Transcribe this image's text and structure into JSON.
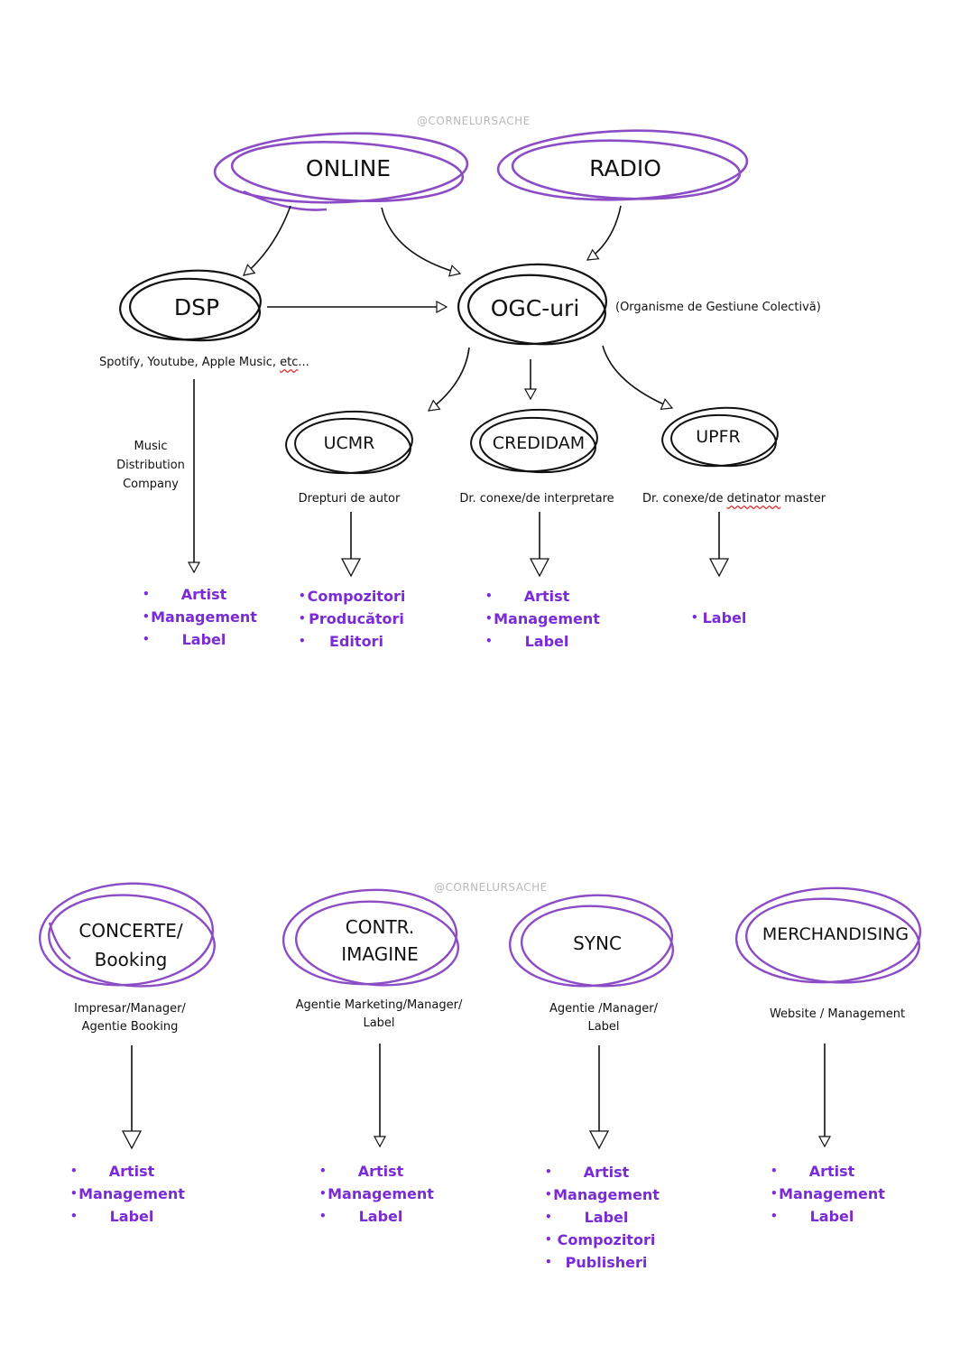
{
  "watermarks": {
    "top": "@CORNELURSACHE",
    "bottom": "@CORNELURSACHE"
  },
  "colors": {
    "accent": "#8b4cc6",
    "list_text": "#7a2ad6",
    "ink": "#111111"
  },
  "nodes": {
    "online": "ONLINE",
    "radio": "RADIO",
    "dsp": "DSP",
    "ogc": "OGC-uri",
    "ogc_note": "(Organisme de Gestiune Colectivă)",
    "ucmr": "UCMR",
    "credidam": "CREDIDAM",
    "upfr": "UPFR",
    "concerte_line1": "CONCERTE/",
    "concerte_line2": "Booking",
    "contr_line1": "CONTR.",
    "contr_line2": "IMAGINE",
    "sync": "SYNC",
    "merch": "MERCHANDISING"
  },
  "descriptions": {
    "dsp_pre": "Spotify, Youtube, Apple Music, ",
    "dsp_etc": "etc",
    "dsp_post": "...",
    "music_dist_1": "Music",
    "music_dist_2": "Distribution",
    "music_dist_3": "Company",
    "ucmr": "Drepturi de autor",
    "credidam": "Dr. conexe/de interpretare",
    "upfr_pre": "Dr. conexe/de ",
    "upfr_word": "detinator",
    "upfr_post": " master",
    "concerte_1": "Impresar/Manager/",
    "concerte_2": "Agentie Booking",
    "contr_1": "Agentie Marketing/Manager/",
    "contr_2": "Label",
    "sync_1": "Agentie /Manager/",
    "sync_2": "Label",
    "merch": "Website  /  Management"
  },
  "lists": {
    "dsp": [
      "Artist",
      "Management",
      "Label"
    ],
    "ucmr": [
      "Compozitori",
      "Producători",
      "Editori"
    ],
    "credidam": [
      "Artist",
      "Management",
      "Label"
    ],
    "upfr": [
      "Label"
    ],
    "concerte": [
      "Artist",
      "Management",
      "Label"
    ],
    "contr": [
      "Artist",
      "Management",
      "Label"
    ],
    "sync": [
      "Artist",
      "Management",
      "Label",
      "Compozitori",
      "Publisheri"
    ],
    "merch": [
      "Artist",
      "Management",
      "Label"
    ]
  }
}
